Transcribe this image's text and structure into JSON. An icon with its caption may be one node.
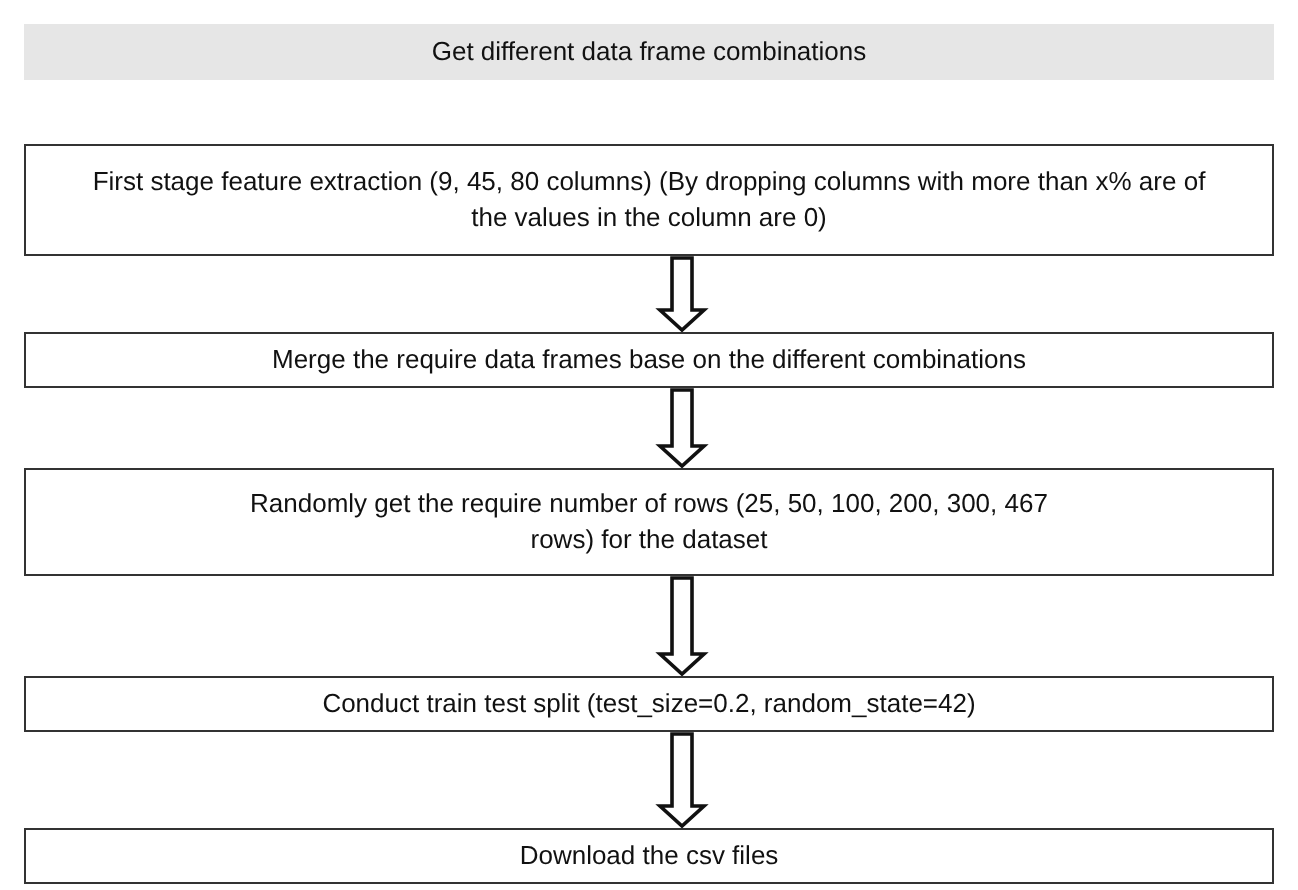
{
  "diagram": {
    "nodes": [
      {
        "text": [
          "Get different data frame combinations"
        ]
      },
      {
        "text": [
          "First stage feature extraction (9, 45, 80 columns) (By dropping columns with more than x% are of the values in the column are 0)"
        ]
      },
      {
        "text": [
          "Merge the require data frames base on the different combinations"
        ]
      },
      {
        "text": [
          "Randomly get the require number of rows (25, 50, 100, 200, 300, 467 rows) for the dataset"
        ]
      },
      {
        "text": [
          "Conduct train test split (test_size=0.2, random_state=42)"
        ]
      },
      {
        "text": [
          "Download the csv files"
        ]
      }
    ],
    "edges": [
      {
        "from": 1,
        "to": 2,
        "arrow": "to"
      },
      {
        "from": 2,
        "to": 3,
        "arrow": "to"
      },
      {
        "from": 3,
        "to": 4,
        "arrow": "to"
      },
      {
        "from": 4,
        "to": 5,
        "arrow": "to"
      }
    ]
  }
}
